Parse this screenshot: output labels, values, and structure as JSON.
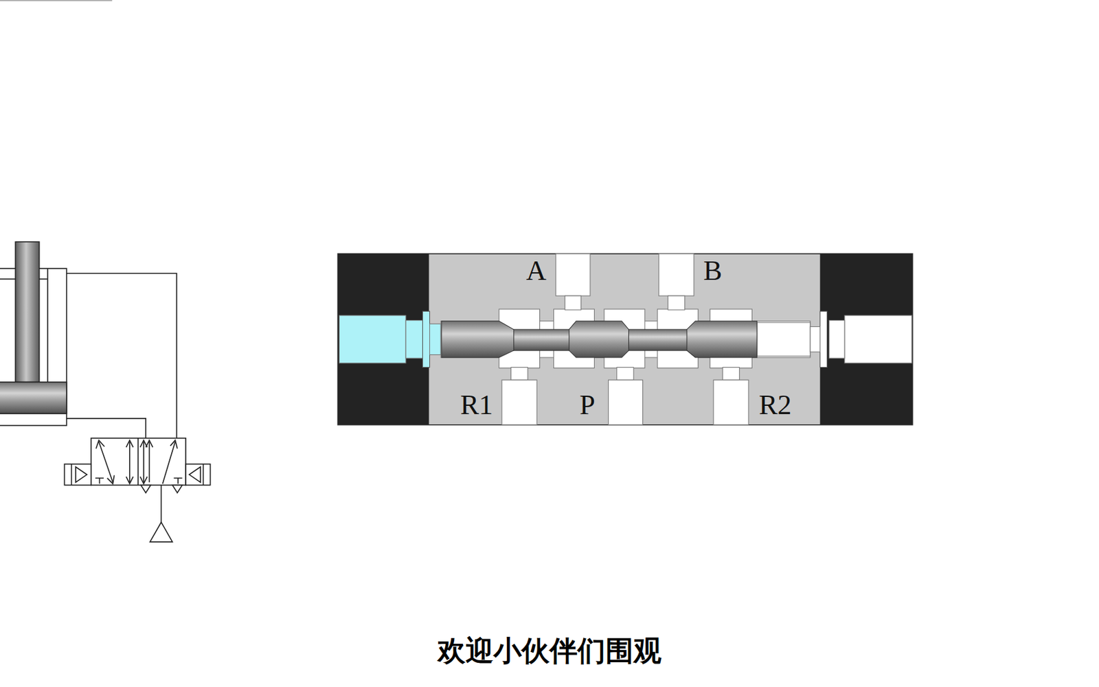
{
  "diagram": {
    "caption": "欢迎小伙伴们围观",
    "labels": [
      "A",
      "B",
      "R1",
      "P",
      "R2"
    ]
  }
}
